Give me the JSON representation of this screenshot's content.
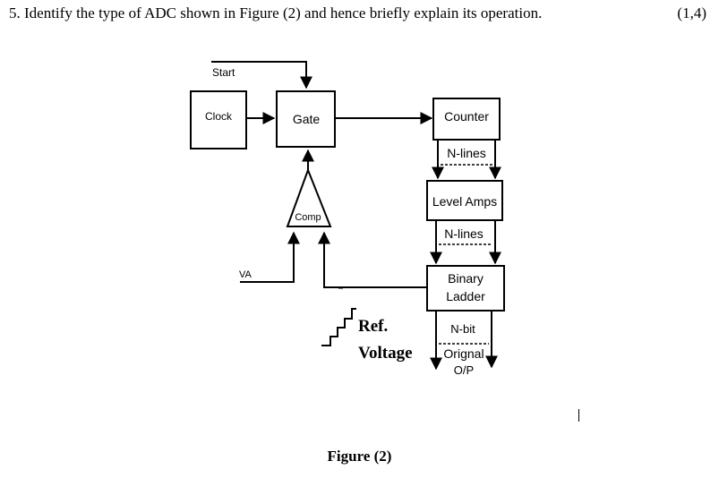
{
  "question": {
    "text": "5. Identify the type of ADC shown in Figure (2) and hence briefly explain its operation.",
    "marks": "(1,4)"
  },
  "diagram": {
    "start_label": "Start",
    "clock_label": "Clock",
    "gate_label": "Gate",
    "counter_label": "Counter",
    "nlines_1_label": "N-lines",
    "level_amps_label": "Level Amps",
    "nlines_2_label": "N-lines",
    "binary_label_line1": "Binary",
    "binary_label_line2": "Ladder",
    "comp_label": "Comp",
    "va_label": "VA",
    "ref_label_line1": "Ref.",
    "ref_label_line2": "Voltage",
    "nbit_label": "N-bit",
    "original_label": "Orignal",
    "op_label": "O/P"
  },
  "caption": "Figure (2)"
}
